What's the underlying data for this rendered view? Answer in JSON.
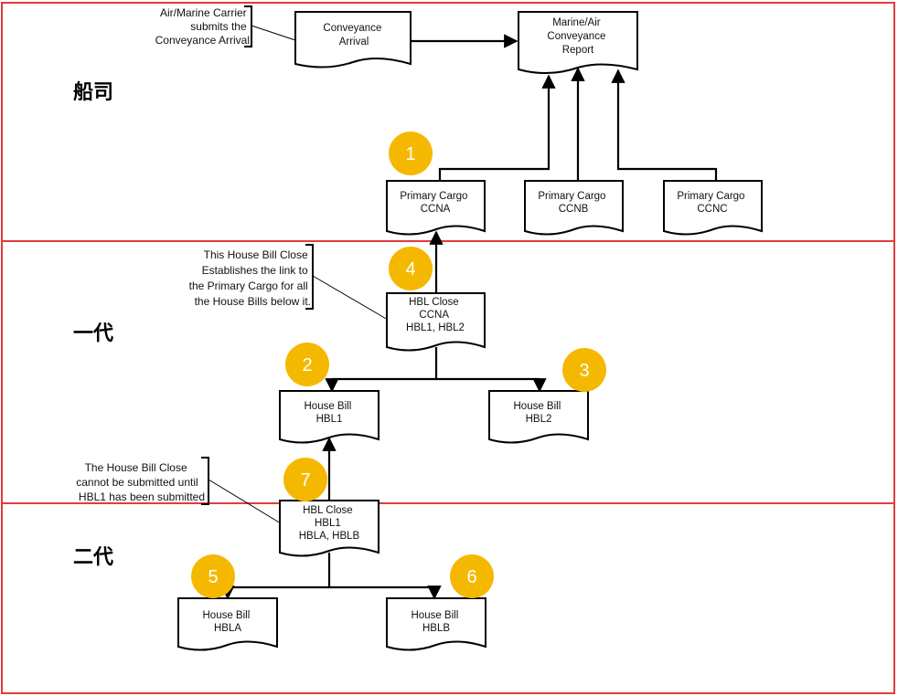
{
  "bands": [
    {
      "id": "carrier",
      "label": "船司"
    },
    {
      "id": "first",
      "label": "一代"
    },
    {
      "id": "second",
      "label": "二代"
    }
  ],
  "documents": {
    "conveyance_arrival": [
      "Conveyance",
      "Arrival"
    ],
    "conveyance_report": [
      "Marine/Air",
      "Conveyance",
      "Report"
    ],
    "ccna": [
      "Primary Cargo",
      "CCNA"
    ],
    "ccnb": [
      "Primary Cargo",
      "CCNB"
    ],
    "ccnc": [
      "Primary Cargo",
      "CCNC"
    ],
    "hbl_close_1": [
      "HBL Close",
      "CCNA",
      "HBL1, HBL2"
    ],
    "hbl1": [
      "House Bill",
      "HBL1"
    ],
    "hbl2": [
      "House Bill",
      "HBL2"
    ],
    "hbl_close_2": [
      "HBL Close",
      "HBL1",
      "HBLA, HBLB"
    ],
    "hbla": [
      "House Bill",
      "HBLA"
    ],
    "hblb": [
      "House Bill",
      "HBLB"
    ]
  },
  "notes": {
    "carrier_note": [
      "Air/Marine Carrier",
      "submits the",
      "Conveyance Arrival"
    ],
    "close_link_note": [
      "This House Bill Close",
      "Establishes the link to",
      "the Primary Cargo for all",
      "the House Bills below it."
    ],
    "close_order_note": [
      "The House Bill Close",
      "cannot be submitted until",
      "HBL1 has been submitted"
    ]
  },
  "steps": [
    "1",
    "2",
    "3",
    "4",
    "5",
    "6",
    "7"
  ],
  "colors": {
    "band_border": "#e03c3c",
    "step_fill": "#f5b800",
    "line": "#000000"
  }
}
